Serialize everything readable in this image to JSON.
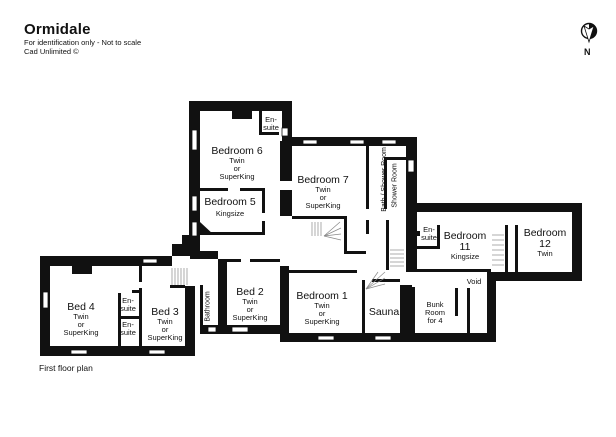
{
  "header": {
    "title": "Ormidale",
    "disclaimer": "For identification only - Not to scale",
    "credit": "Cad Unlimited ©"
  },
  "compass": {
    "icon": "north-arrow-icon",
    "label": "N"
  },
  "caption": "First floor plan",
  "rooms": {
    "bedroom6": {
      "name": "Bedroom 6",
      "line1": "Twin",
      "line2": "or",
      "line3": "SuperKing"
    },
    "ensuite6": {
      "line1": "En-",
      "line2": "suite"
    },
    "bedroom5": {
      "name": "Bedroom 5",
      "line1": "Kingsize"
    },
    "bedroom7": {
      "name": "Bedroom 7",
      "line1": "Twin",
      "line2": "or",
      "line3": "SuperKing"
    },
    "bath_shower": {
      "name": "Bath / Shower Room"
    },
    "shower_room": {
      "name": "Shower Room"
    },
    "ensuite11": {
      "line1": "En-",
      "line2": "suite"
    },
    "bedroom11": {
      "name": "Bedroom",
      "num": "11",
      "line1": "Kingsize"
    },
    "bedroom12": {
      "name": "Bedroom",
      "num": "12",
      "line1": "Twin"
    },
    "void": {
      "name": "Void"
    },
    "bunk": {
      "line1": "Bunk",
      "line2": "Room",
      "line3": "for 4"
    },
    "sauna": {
      "name": "Sauna"
    },
    "bedroom1": {
      "name": "Bedroom 1",
      "line1": "Twin",
      "line2": "or",
      "line3": "SuperKing"
    },
    "bed2": {
      "name": "Bed 2",
      "line1": "Twin",
      "line2": "or",
      "line3": "SuperKing"
    },
    "bathroom": {
      "name": "Bathroom"
    },
    "bed3": {
      "name": "Bed 3",
      "line1": "Twin",
      "line2": "or",
      "line3": "SuperKing"
    },
    "ensuite_a": {
      "line1": "En-",
      "line2": "suite"
    },
    "ensuite_b": {
      "line1": "En-",
      "line2": "suite"
    },
    "bed4": {
      "name": "Bed 4",
      "line1": "Twin",
      "line2": "or",
      "line3": "SuperKing"
    }
  },
  "colors": {
    "wall": "#111111",
    "window": "#ffffff",
    "stair": "#888888"
  }
}
